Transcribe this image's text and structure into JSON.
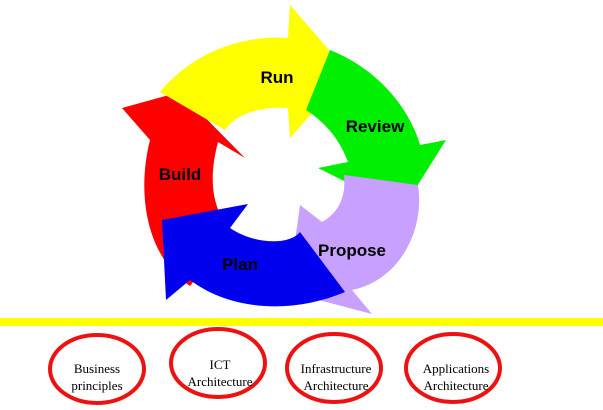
{
  "cycle": {
    "segments": [
      {
        "label": "Run",
        "color": "#ffff00"
      },
      {
        "label": "Review",
        "color": "#00ee00"
      },
      {
        "label": "Propose",
        "color": "#c8a0ff"
      },
      {
        "label": "Plan",
        "color": "#0000ee"
      },
      {
        "label": "Build",
        "color": "#ff0000"
      }
    ]
  },
  "divider": {
    "color": "#ffff00"
  },
  "ovals": {
    "border_color": "#ee1111",
    "items": [
      {
        "line1": "Business",
        "line2": "principles"
      },
      {
        "line1": "ICT",
        "line2": "Architecture"
      },
      {
        "line1": "Infrastructure",
        "line2": "Architecture"
      },
      {
        "line1": "Applications",
        "line2": "Architecture"
      }
    ]
  }
}
